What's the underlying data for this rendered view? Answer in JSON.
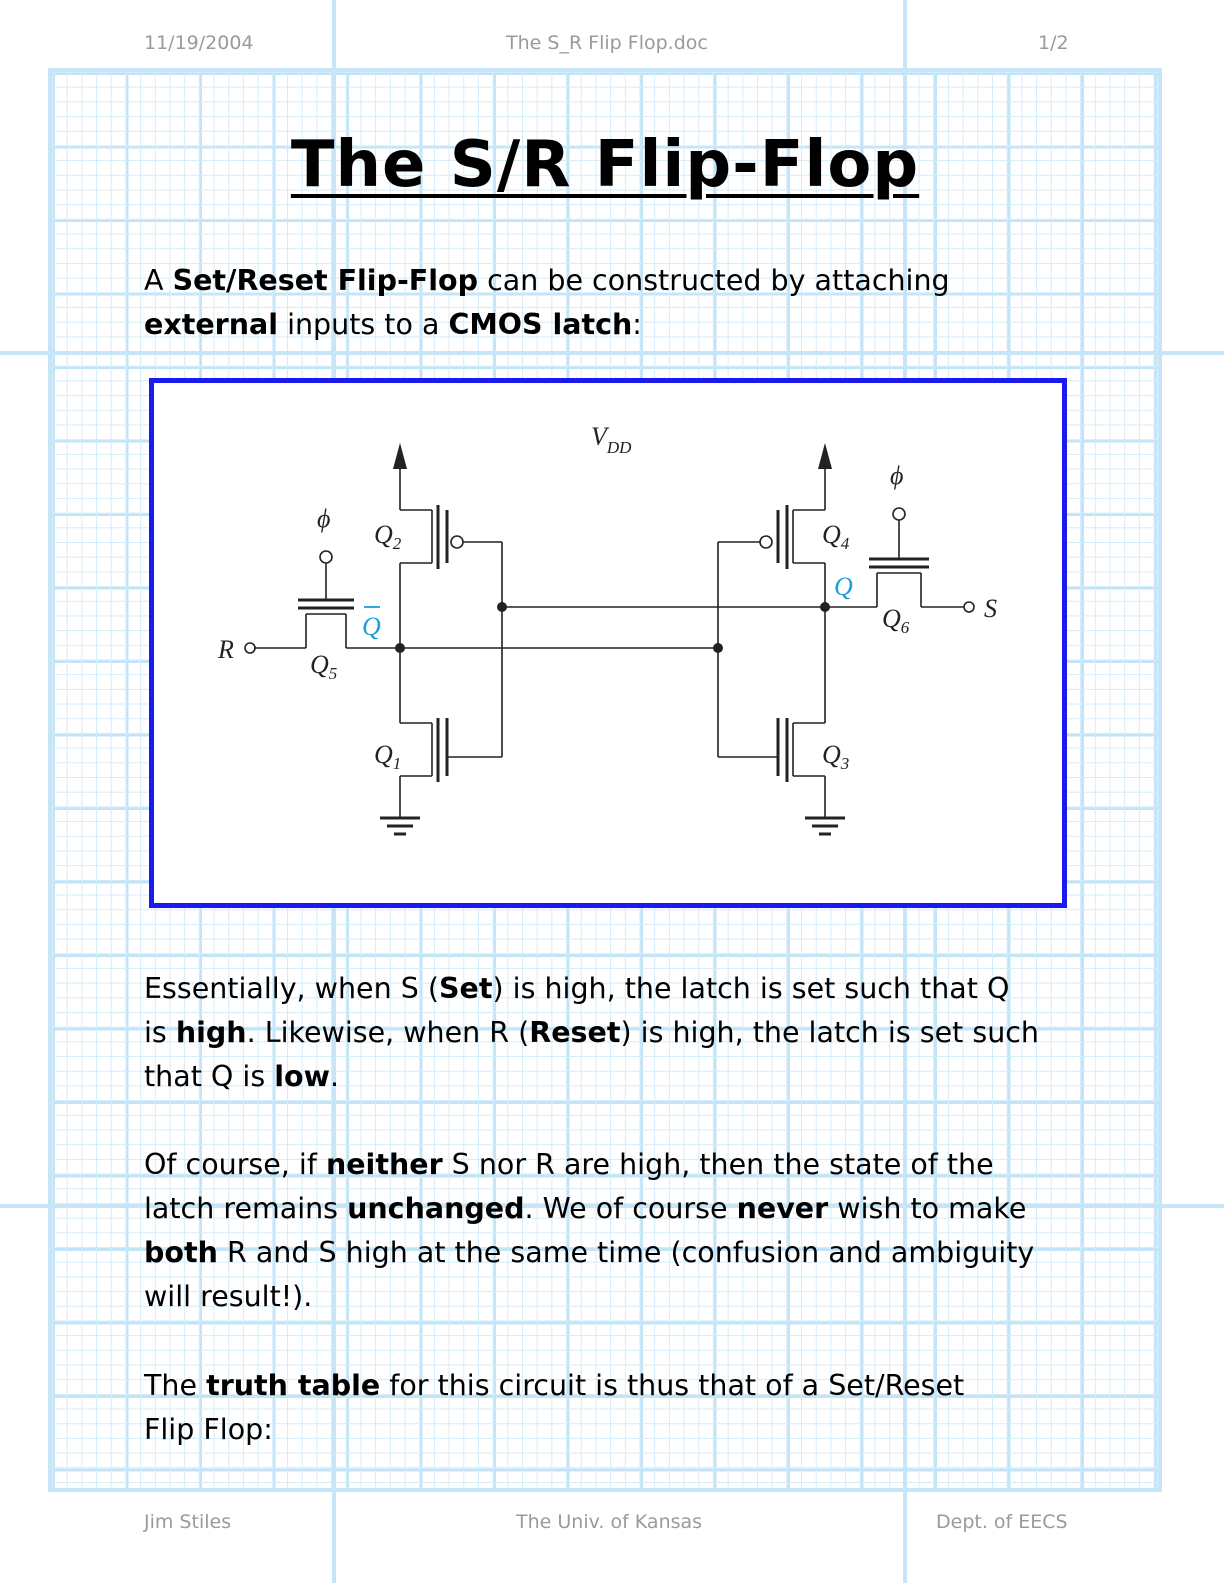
{
  "header": {
    "date": "11/19/2004",
    "filename": "The S_R Flip Flop.doc",
    "page": "1/2"
  },
  "title": "The S/R Flip-Flop",
  "intro": {
    "p1": "A ",
    "b1": "Set/Reset Flip-Flop",
    "p2": " can be constructed by attaching",
    "b2": "external",
    "p3": " inputs to a ",
    "b3": "CMOS latch",
    "p4": ":"
  },
  "circuit": {
    "vdd": "V",
    "vdd_sub": "DD",
    "phi": "ϕ",
    "r": "R",
    "s": "S",
    "q1": "Q",
    "q1_sub": "1",
    "q2": "Q",
    "q2_sub": "2",
    "q3": "Q",
    "q3_sub": "3",
    "q4": "Q",
    "q4_sub": "4",
    "q5": "Q",
    "q5_sub": "5",
    "q6": "Q",
    "q6_sub": "6",
    "q_out": "Q",
    "qbar_out": "Q",
    "colors": {
      "wire": "#222222",
      "node_label": "#1a9fd8",
      "frame": "#1a1af0"
    }
  },
  "para2": {
    "t1": "Essentially, when S (",
    "b1": "Set",
    "t2": ") is high, the latch is set such that Q",
    "t3": "is ",
    "b2": "high",
    "t4": ".  Likewise, when R (",
    "b3": "Reset",
    "t5": ") is high, the latch is set such",
    "t6": "that Q is ",
    "b4": "low",
    "t7": "."
  },
  "para3": {
    "t1": "Of course, if ",
    "b1": "neither",
    "t2": " S nor R are high, then the state of the",
    "t3": "latch remains ",
    "b2": "unchanged",
    "t4": ".  We of course ",
    "b3": "never",
    "t5": " wish to make",
    "b4": "both",
    "t6": " R and S high at the same time (confusion and ambiguity",
    "t7": "will result!)."
  },
  "para4": {
    "t1": "The ",
    "b1": "truth table",
    "t2": " for this circuit is thus that of a Set/Reset",
    "t3": "Flip Flop:"
  },
  "footer": {
    "author": "Jim Stiles",
    "univ": "The Univ. of Kansas",
    "dept": "Dept. of EECS"
  }
}
